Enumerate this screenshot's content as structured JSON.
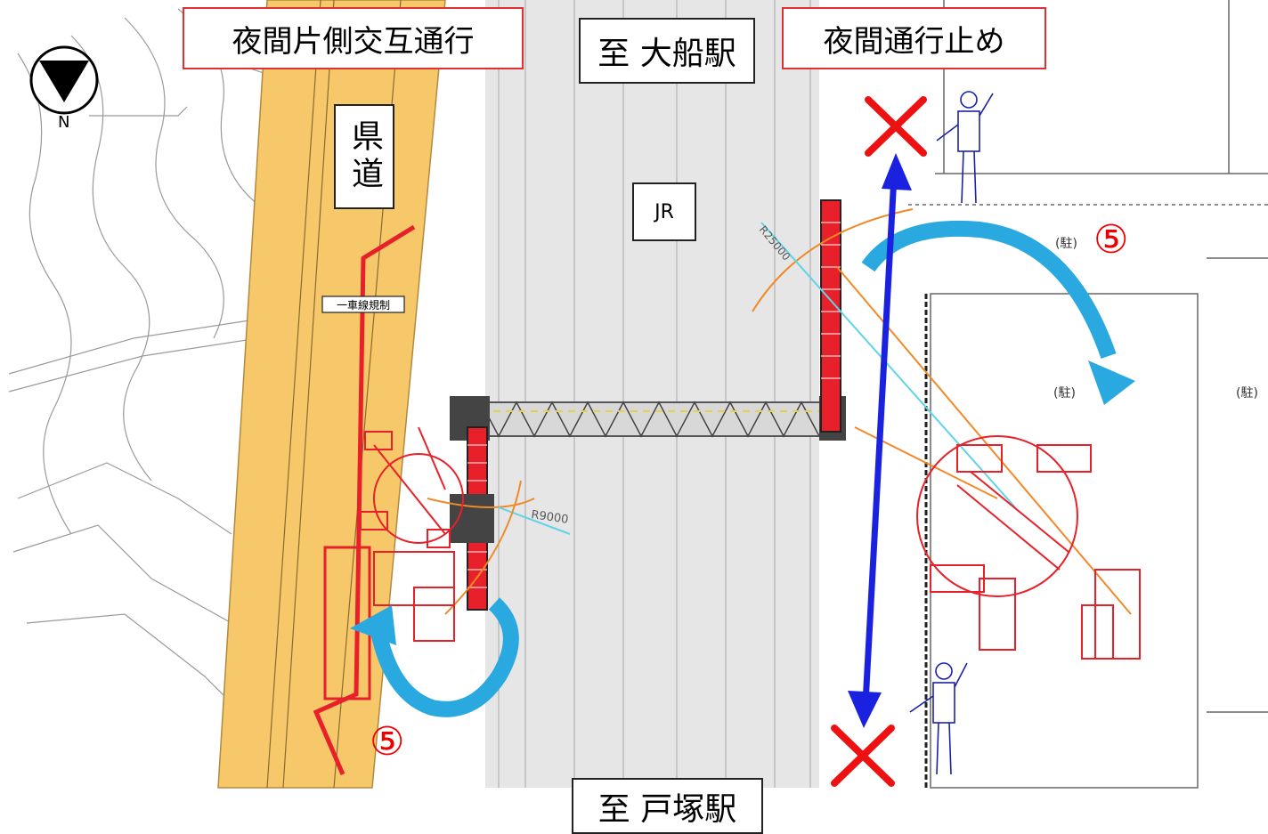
{
  "labels": {
    "night_alternating": "夜間片側交互通行",
    "to_ofuna": "至 大船駅",
    "night_closure": "夜間通行止め",
    "to_totsuka": "至 戸塚駅",
    "prefectural_road": "県道",
    "jr": "JR",
    "step_left": "⑤",
    "step_right": "⑤",
    "north": "N",
    "lane_restriction": "一車線規制",
    "radius_left": "R9000",
    "radius_right": "R25000",
    "parking_1": "(駐)",
    "parking_2": "(駐)",
    "parking_3": "(駐)"
  },
  "colors": {
    "road_yellow": "#f7c86a",
    "crane_red": "#e8202a",
    "rotation_arrow": "#29a9df",
    "closure_arrow": "#1a22e0",
    "closure_x": "#ee1111",
    "guide_orange": "#f08a28",
    "guide_cyan": "#5fd3e8",
    "bridge_gray": "#555555",
    "track_gray": "#e6e6e6"
  },
  "icons": [
    "north-compass-icon",
    "flagman-icon",
    "closure-x-icon",
    "rotation-arrow-icon",
    "crane-icon"
  ]
}
